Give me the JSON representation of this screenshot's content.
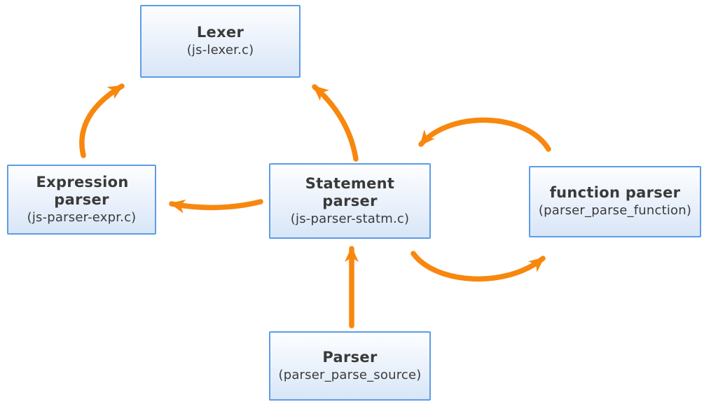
{
  "diagram": {
    "nodes": {
      "lexer": {
        "title": "Lexer",
        "subtitle": "(js-lexer.c)"
      },
      "expression_parser": {
        "title": "Expression parser",
        "subtitle": "(js-parser-expr.c)"
      },
      "statement_parser": {
        "title": "Statement parser",
        "subtitle": "(js-parser-statm.c)"
      },
      "function_parser": {
        "title": "function parser",
        "subtitle": "(parser_parse_function)"
      },
      "parser": {
        "title": "Parser",
        "subtitle": "(parser_parse_source)"
      }
    },
    "edges": [
      {
        "from": "expression_parser",
        "to": "lexer"
      },
      {
        "from": "statement_parser",
        "to": "lexer"
      },
      {
        "from": "statement_parser",
        "to": "expression_parser"
      },
      {
        "from": "function_parser",
        "to": "statement_parser"
      },
      {
        "from": "statement_parser",
        "to": "function_parser"
      },
      {
        "from": "parser",
        "to": "statement_parser"
      }
    ],
    "colors": {
      "arrow": "#F8870E",
      "box-border": "#5E9CE6",
      "box-fill-top": "#FDFEFF",
      "box-fill-bottom": "#D8E6F7",
      "text": "#3A3A3A"
    }
  }
}
